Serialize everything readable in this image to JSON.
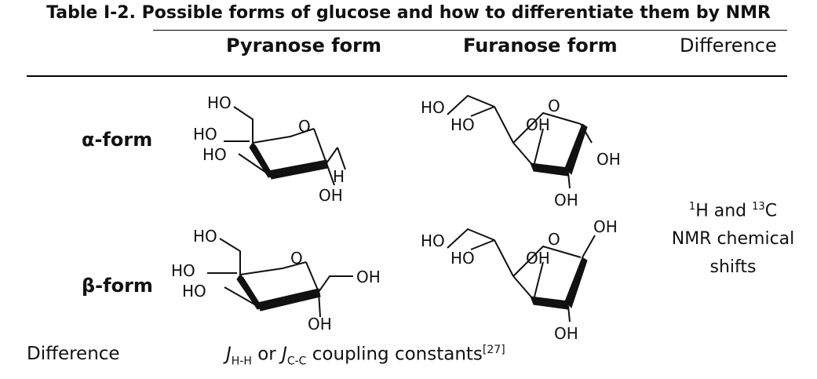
{
  "caption": "Table I-2. Possible forms of glucose and how to differentiate them by NMR",
  "columns": {
    "pyranose": "Pyranose form",
    "furanose": "Furanose form",
    "difference": "Difference"
  },
  "rows": {
    "alpha": "α-form",
    "beta": "β-form",
    "difference": "Difference"
  },
  "anomer_difference": {
    "h_sup": "1",
    "h_text": "H and",
    "c_sup": "13",
    "c_text": "C",
    "line2": "NMR chemical",
    "line3": "shifts"
  },
  "ring_difference": {
    "j1": "J",
    "j1_sub": "H-H",
    "or": " or ",
    "j2": "J",
    "j2_sub": "C-C",
    "text": " coupling constants",
    "ref": "[27]"
  },
  "labels": {
    "ho": "HO",
    "h": "H",
    "oh": "OH",
    "o": "O"
  }
}
